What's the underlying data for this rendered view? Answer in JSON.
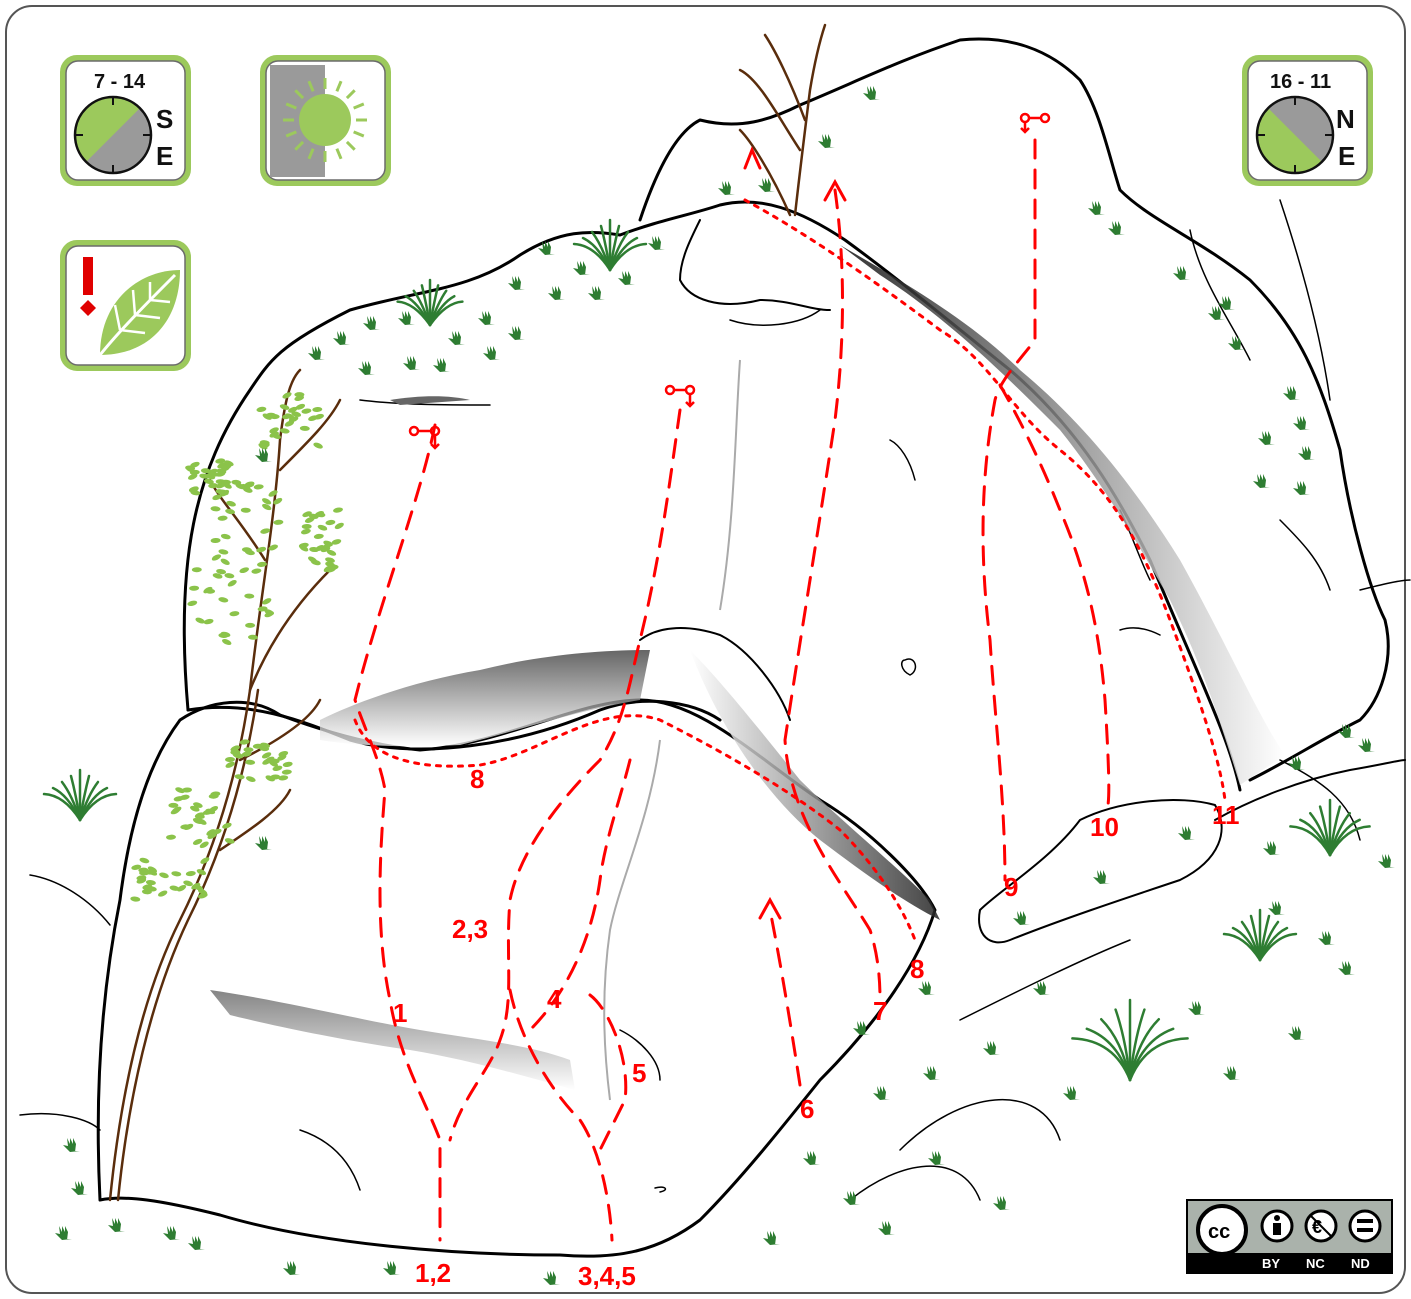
{
  "badges": {
    "aspect_left": {
      "range": "7 - 14",
      "dir1": "S",
      "dir2": "E"
    },
    "aspect_right": {
      "range": "16 - 11",
      "dir1": "N",
      "dir2": "E"
    },
    "sun": {
      "icon": "sun-icon"
    },
    "warning": {
      "icon": "leaf-warning-icon"
    }
  },
  "colors": {
    "route": "#ff0000",
    "badge_green": "#9cc95c",
    "badge_grey": "#9a9a9a",
    "badge_border": "#6b6b6b",
    "vegetation": "#2e7d32",
    "leaves": "#8bc34a",
    "tree": "#5a2d0c"
  },
  "route_labels": {
    "r1": "1",
    "r23": "2,3",
    "r4": "4",
    "r5": "5",
    "r6": "6",
    "r7": "7",
    "r8a": "8",
    "r8b": "8",
    "r9": "9",
    "r10": "10",
    "r11": "11",
    "s12": "1,2",
    "s345": "3,4,5"
  },
  "license": {
    "by": "BY",
    "nc": "NC",
    "nd": "ND",
    "cc": "cc"
  }
}
